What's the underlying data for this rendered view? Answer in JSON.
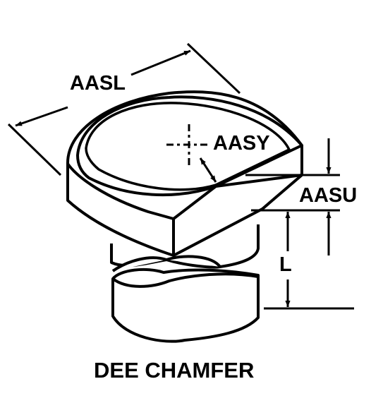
{
  "diagram": {
    "caption": "DEE CHAMFER",
    "dimensions": {
      "length_across": "AASL",
      "center_offset": "AASY",
      "chamfer_height": "AASU",
      "shank_length": "L"
    }
  },
  "colors": {
    "ink": "#000000",
    "background": "#ffffff"
  }
}
